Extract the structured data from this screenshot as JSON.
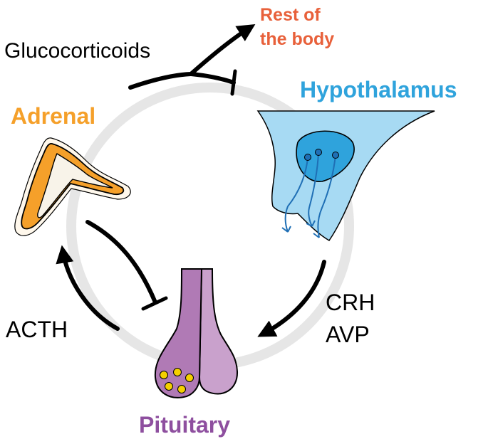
{
  "labels": {
    "glucocorticoids": "Glucocorticoids",
    "rest_line1": "Rest of",
    "rest_line2": "the body",
    "hypothalamus": "Hypothalamus",
    "adrenal": "Adrenal",
    "crh": "CRH",
    "avp": "AVP",
    "acth": "ACTH",
    "pituitary": "Pituitary"
  },
  "colors": {
    "rest_of_body": "#e8603a",
    "hypothalamus": "#2fa3dc",
    "adrenal": "#f5a02a",
    "pituitary": "#8e4f9f",
    "cycle_ring": "#e6e6e6",
    "arrows": "#000000"
  }
}
